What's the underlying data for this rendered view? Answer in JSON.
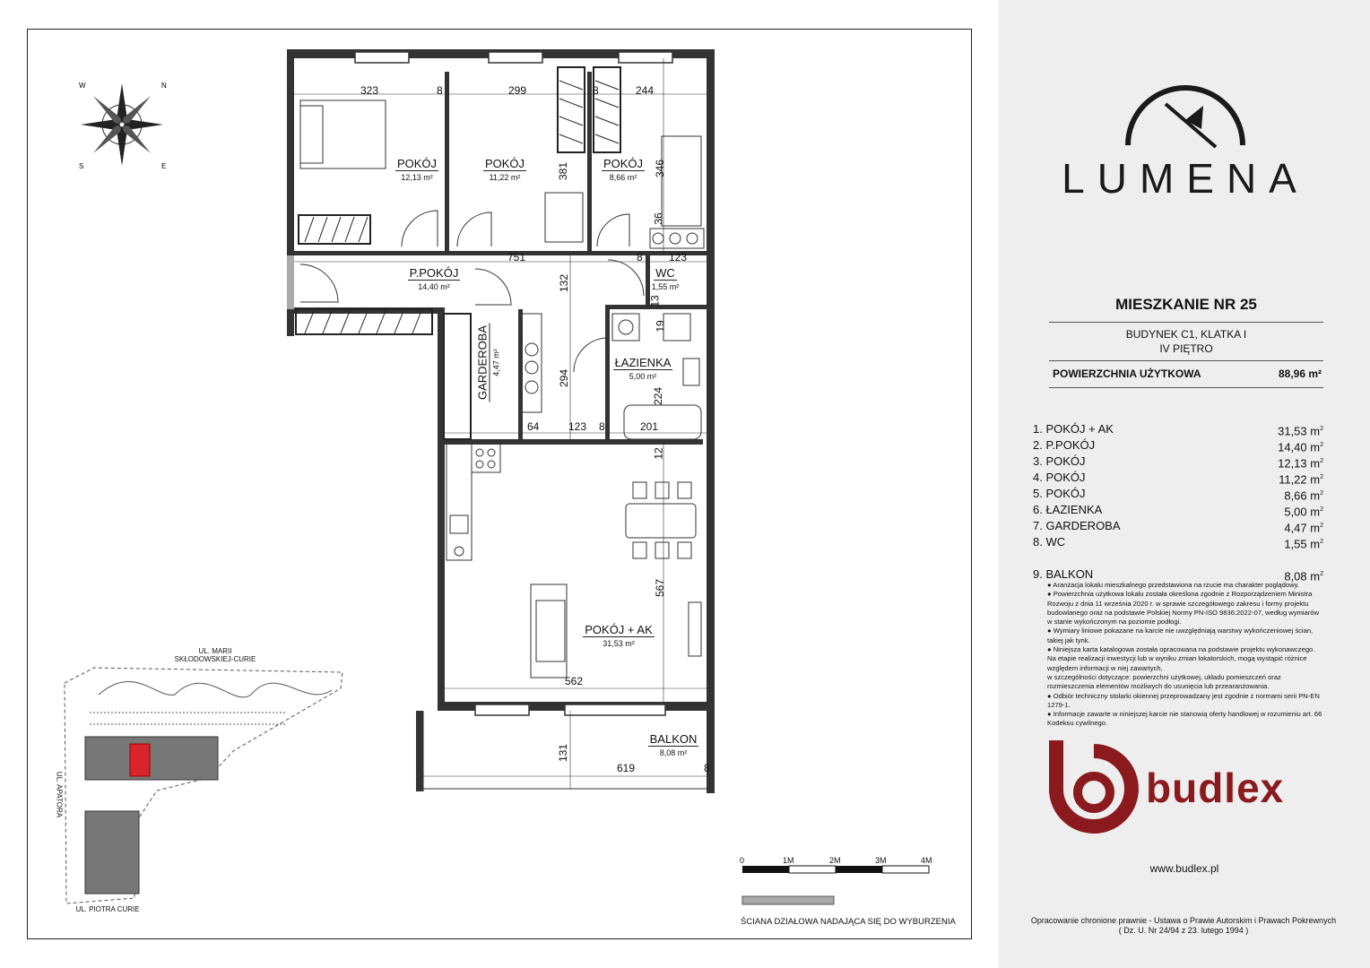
{
  "compass": {
    "n": "N",
    "e": "E",
    "s": "S",
    "w": "W"
  },
  "rooms_on_plan": [
    {
      "name": "POKÓJ",
      "area": "12,13 m²"
    },
    {
      "name": "POKÓJ",
      "area": "11,22 m²"
    },
    {
      "name": "POKÓJ",
      "area": "8,66 m²"
    },
    {
      "name": "P.POKÓJ",
      "area": "14,40 m²"
    },
    {
      "name": "WC",
      "area": "1,55 m²"
    },
    {
      "name": "GARDEROBA",
      "area": "4,47 m²"
    },
    {
      "name": "ŁAZIENKA",
      "area": "5,00 m²"
    },
    {
      "name": "POKÓJ + AK",
      "area": "31,53 m²"
    },
    {
      "name": "BALKON",
      "area": "8,08 m²"
    }
  ],
  "dimensions": [
    "323",
    "8",
    "299",
    "8",
    "244",
    "381",
    "346",
    "36",
    "751",
    "8",
    "123",
    "132",
    "13",
    "19",
    "294",
    "224",
    "64",
    "123",
    "8",
    "201",
    "12",
    "567",
    "562",
    "131",
    "619",
    "8"
  ],
  "site_plan": {
    "street_top": "UL. MARII\nSKŁODOWSKIEJ-CURIE",
    "street_left": "UL. APATORA",
    "street_bottom": "UL. PIOTRA CURIE"
  },
  "scale": {
    "ticks": [
      "0",
      "1M",
      "2M",
      "3M",
      "4M"
    ],
    "legend": "ŚCIANA DZIAŁOWA NADAJĄCA SIĘ DO WYBURZENIA"
  },
  "brand": {
    "name": "LUMENA",
    "developer": "budlex",
    "url": "www.budlex.pl",
    "developer_color": "#8b1a1f"
  },
  "apartment": {
    "title": "MIESZKANIE NR 25",
    "building": "BUDYNEK C1, KLATKA I",
    "floor": "IV PIĘTRO",
    "usable_area_label": "POWIERZCHNIA UŻYTKOWA",
    "usable_area_value": "88,96 m²"
  },
  "room_list": [
    {
      "name": "1. POKÓJ + AK",
      "area": "31,53 m"
    },
    {
      "name": "2. P.POKÓJ",
      "area": "14,40 m"
    },
    {
      "name": "3. POKÓJ",
      "area": "12,13 m"
    },
    {
      "name": "4. POKÓJ",
      "area": "11,22 m"
    },
    {
      "name": "5. POKÓJ",
      "area": "8,66 m"
    },
    {
      "name": "6. ŁAZIENKA",
      "area": "5,00 m"
    },
    {
      "name": "7. GARDEROBA",
      "area": "4,47 m"
    },
    {
      "name": "8. WC",
      "area": "1,55 m"
    }
  ],
  "balcony_row": {
    "name": "9. BALKON",
    "area": "8,08 m"
  },
  "area_unit_sup": "2",
  "notes": [
    "● Aranżacja lokalu mieszkalnego przedstawiona na rzucie ma charakter poglądowy.",
    "● Powierzchnia użytkowa lokalu została określona zgodnie z Rozporządzeniem Ministra Rozwoju z dnia 11 września 2020 r. w sprawie szczegółowego zakresu i formy projektu budowlanego oraz na podstawie Polskiej Normy PN-ISO 9836:2022-07, według wymiarów w stanie wykończonym na poziomie podłogi.",
    "● Wymiary liniowe pokazane na karcie nie uwzględniają warstwy wykończeniowej ścian, takiej jak tynk.",
    "● Niniejsza karta katalogowa została opracowana na podstawie projektu wykonawczego. Na etapie realizacji inwestycji lub w wyniku zmian lokatorskich, mogą wystąpić różnice względem informacji w niej zawartych,",
    "w szczególności dotyczące: powierzchni użytkowej, układu pomieszczeń oraz rozmieszczenia elementów możliwych do usunięcia lub przearanżowania.",
    "● Odbiór techniczny stolarki okiennej przeprowadzany jest zgodnie z normami serii PN-EN 1279-1.",
    "● Informacje zawarte w niniejszej karcie nie stanowią oferty handlowej w rozumieniu art. 66 Kodeksu cywilnego."
  ],
  "copyright": {
    "line1": "Opracowanie chronione prawnie - Ustawa o Prawie Autorskim i Prawach Pokrewnych",
    "line2": "( Dz. U. Nr 24/94 z 23. lutego 1994 )"
  }
}
